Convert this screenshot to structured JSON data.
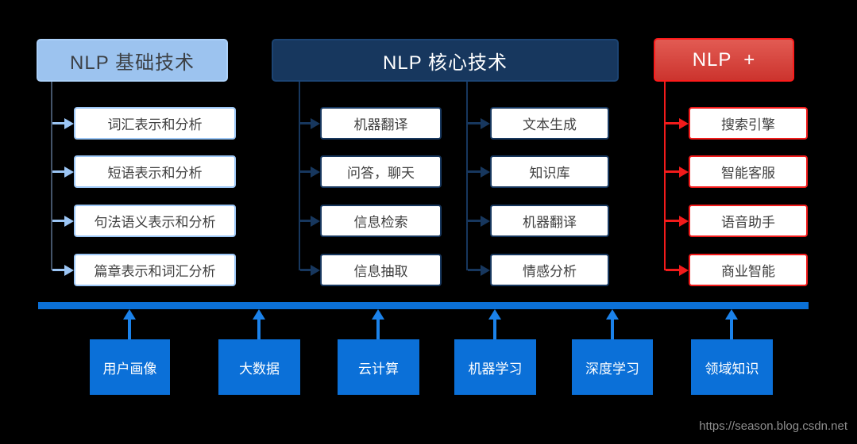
{
  "basic": {
    "title": "NLP 基础技术",
    "items": [
      "词汇表示和分析",
      "短语表示和分析",
      "句法语义表示和分析",
      "篇章表示和词汇分析"
    ]
  },
  "core": {
    "title": "NLP 核心技术",
    "left_items": [
      "机器翻译",
      "问答，聊天",
      "信息检索",
      "信息抽取"
    ],
    "right_items": [
      "文本生成",
      "知识库",
      "机器翻译",
      "情感分析"
    ]
  },
  "plus": {
    "title": "NLP  +",
    "items": [
      "搜索引擎",
      "智能客服",
      "语音助手",
      "商业智能"
    ]
  },
  "foundation": {
    "items": [
      "用户画像",
      "大数据",
      "云计算",
      "机器学习",
      "深度学习",
      "领域知识"
    ]
  },
  "watermark": "https://season.blog.csdn.net",
  "colors": {
    "background": "#000000",
    "basic_header_fill": "#9CC3EF",
    "basic_item_border": "#9CC6F5",
    "core_fill": "#17375E",
    "plus_fill": "#D94941",
    "plus_border": "#F21B1B",
    "foundation_fill": "#0B70D8",
    "foundation_arrow": "#1B82EA",
    "item_text": "#404040"
  }
}
